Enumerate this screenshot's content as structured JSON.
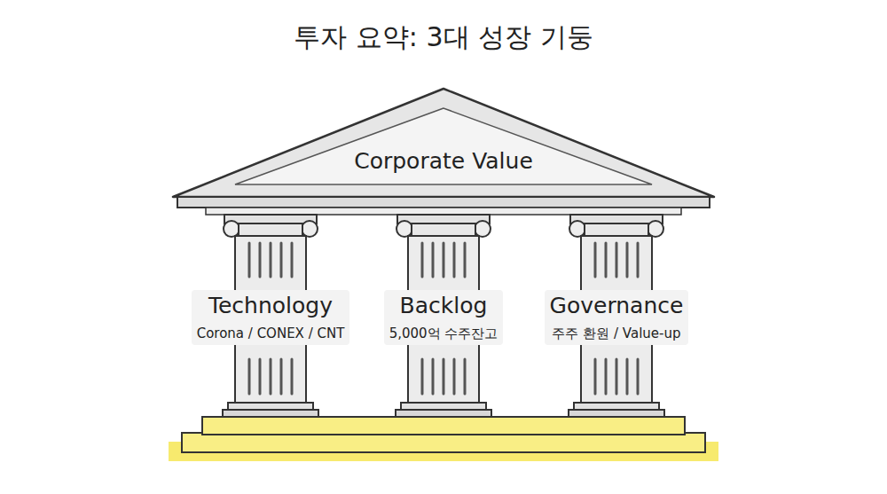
{
  "diagram": {
    "title": "투자 요약: 3대 성장 기둥",
    "nodes": [
      {
        "text": [
          "Corporate Value"
        ]
      },
      {
        "text": [
          "Technology",
          "Corona / CONEX / CNT"
        ]
      },
      {
        "text": [
          "Backlog",
          "5,000억 수주잔고"
        ]
      },
      {
        "text": [
          "Governance",
          "주주 환원 / Value-up"
        ]
      }
    ]
  }
}
